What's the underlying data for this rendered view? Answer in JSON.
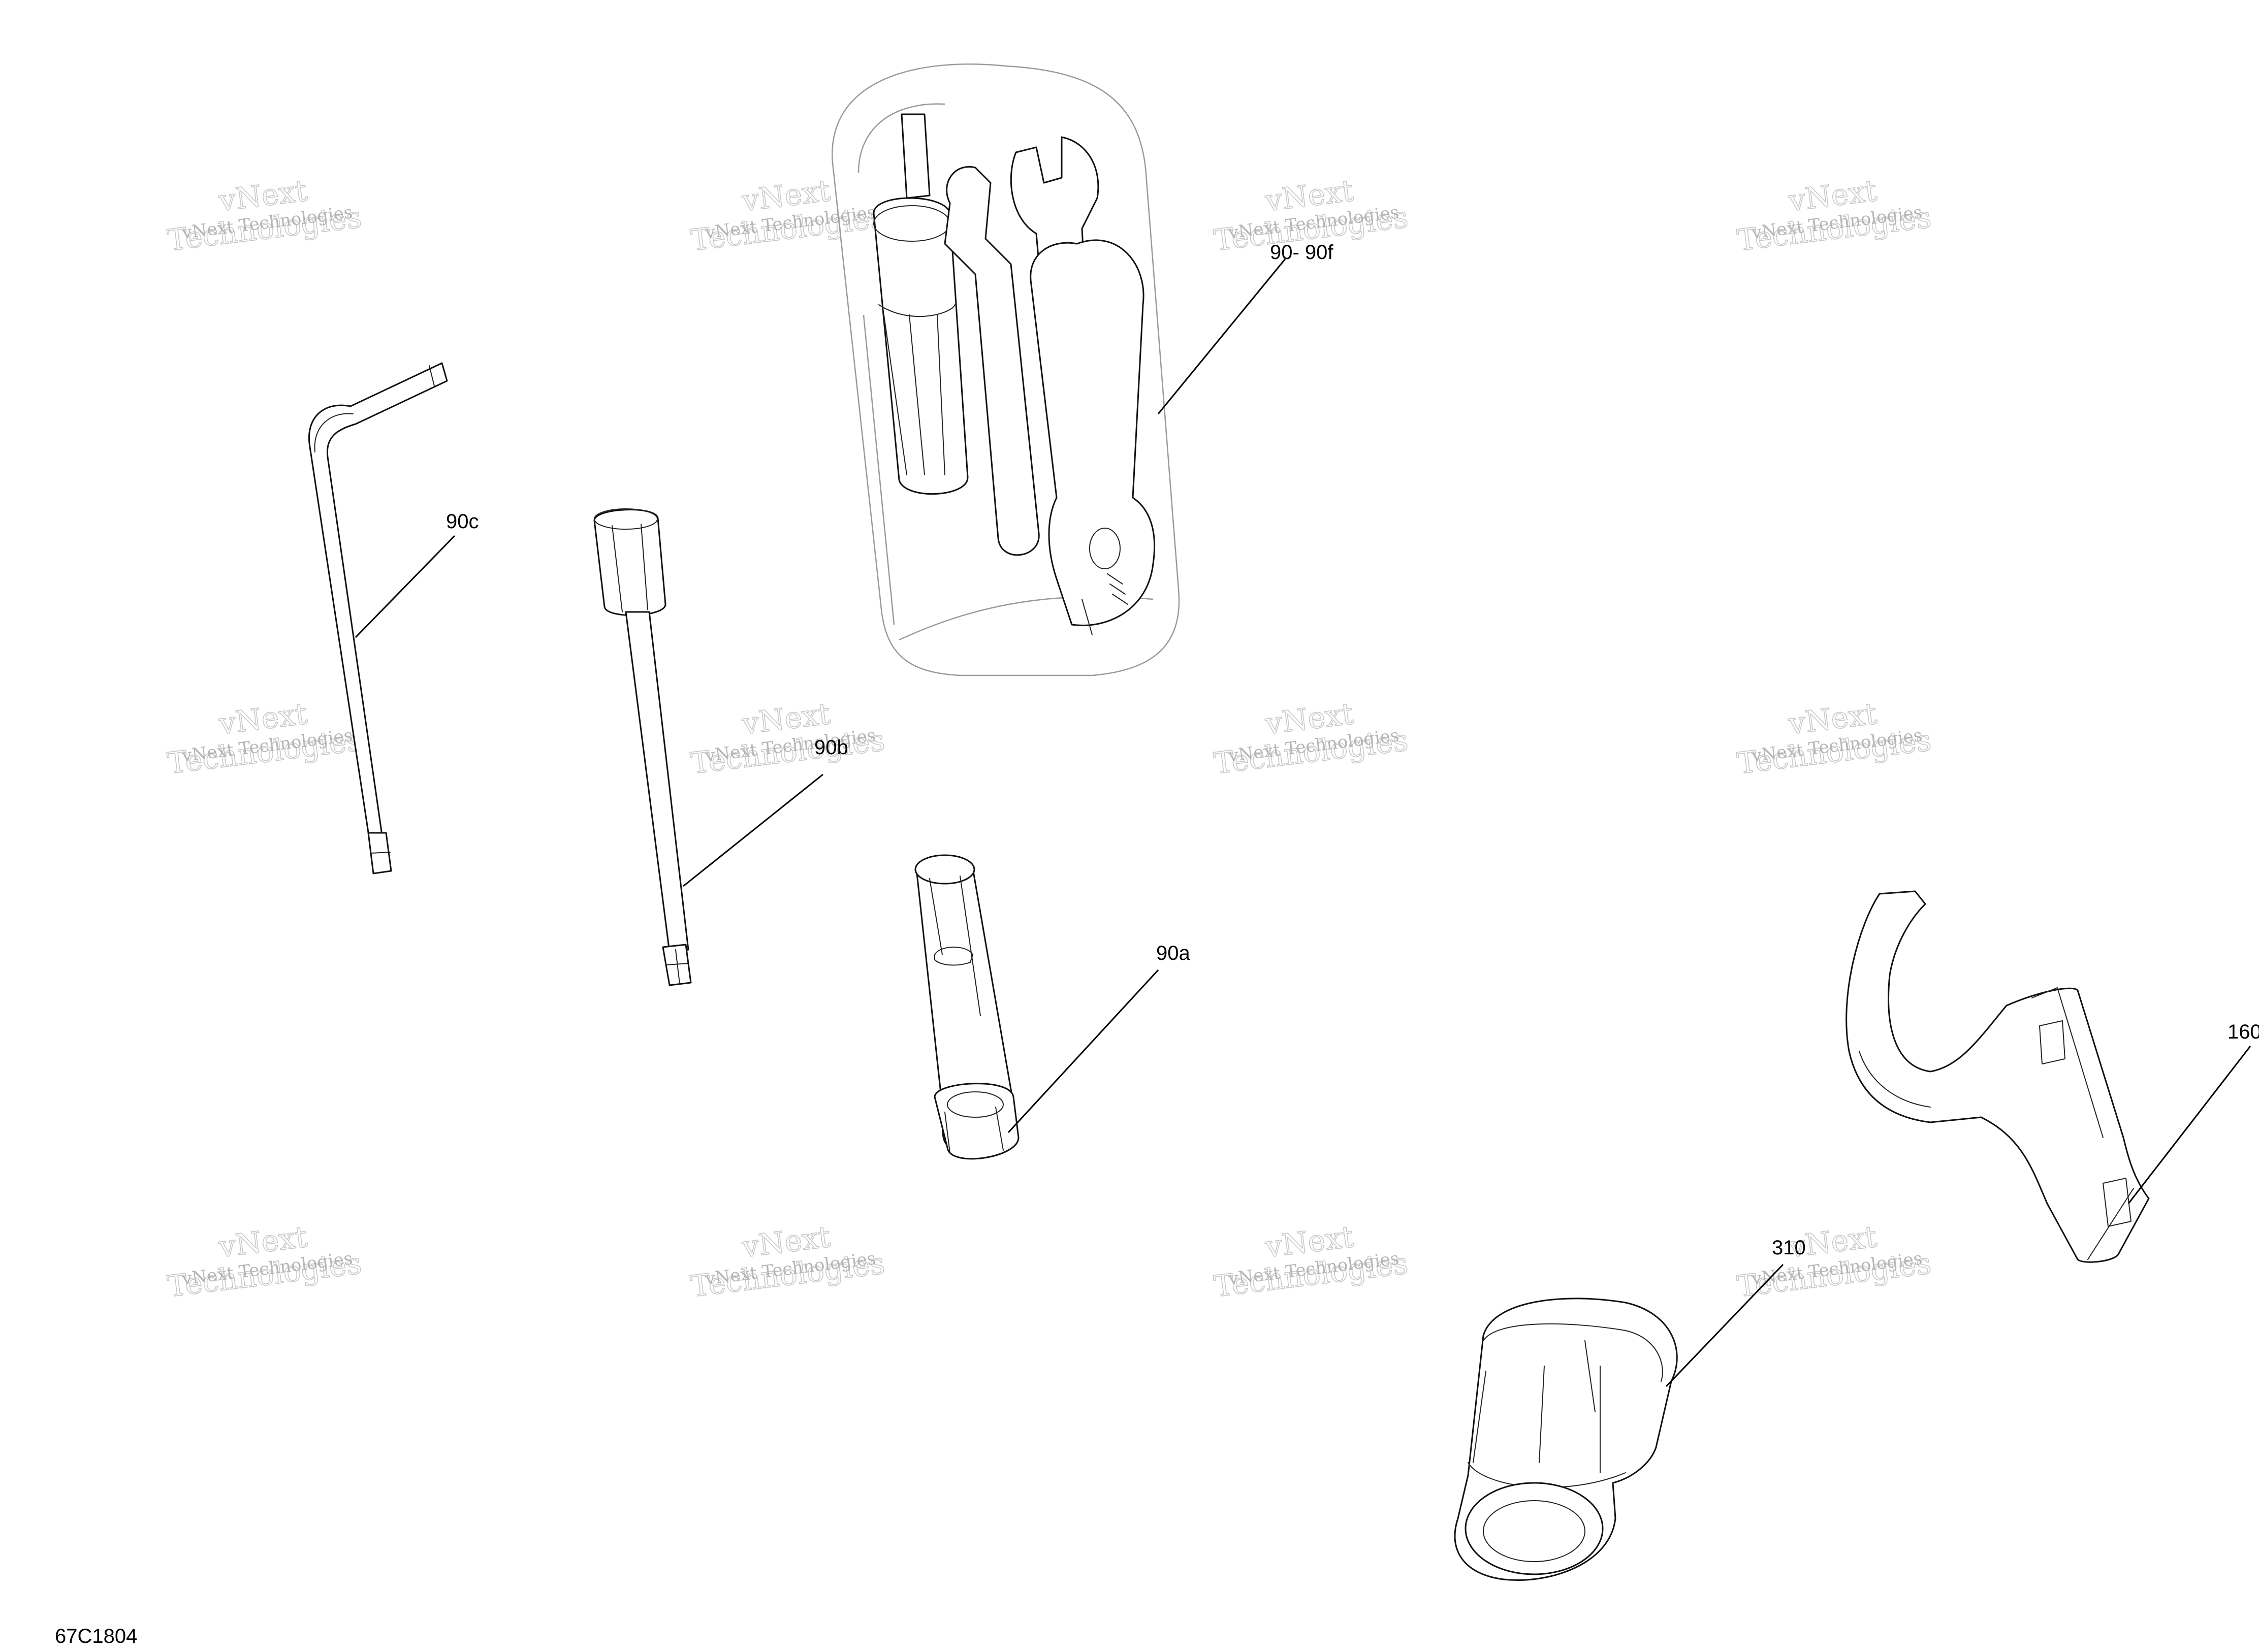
{
  "diagram_code": "67C1804",
  "watermark": {
    "line1": "vNext Technologies",
    "line2": "Technologies",
    "line3": "vNext"
  },
  "callouts": {
    "kit": "90- 90f",
    "allen_key": "90c",
    "bit_driver": "90b",
    "tube_wrench": "90a",
    "spanner": "160",
    "socket": "310"
  }
}
